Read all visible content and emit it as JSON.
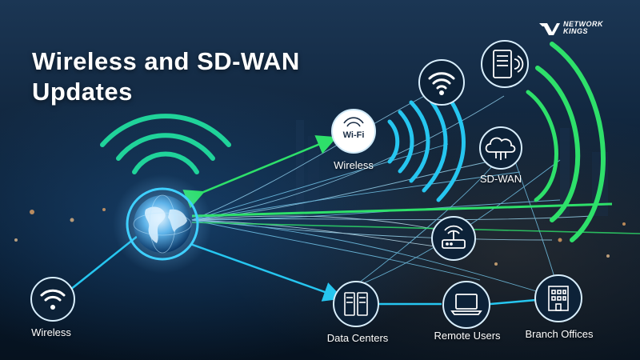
{
  "title": {
    "line1": "Wireless and SD-WAN",
    "line2": "Updates"
  },
  "brand": {
    "line1": "NETWORK",
    "line2": "KINGS"
  },
  "nodes": {
    "wifi_badge": {
      "label": "Wireless",
      "badge_text": "Wi-Fi",
      "icon": "wifi-badge-icon"
    },
    "sdwan": {
      "label": "SD-WAN",
      "icon": "cloud-network-icon"
    },
    "wireless_left": {
      "label": "Wireless",
      "icon": "wifi-icon"
    },
    "data_centers": {
      "label": "Data Centers",
      "icon": "server-rack-icon"
    },
    "remote_users": {
      "label": "Remote Users",
      "icon": "laptop-icon"
    },
    "branch_offices": {
      "label": "Branch Offices",
      "icon": "building-icon"
    },
    "router": {
      "icon": "router-icon"
    },
    "top_wifi": {
      "icon": "wifi-icon"
    },
    "top_server": {
      "icon": "server-icon"
    },
    "globe": {
      "icon": "globe-icon"
    }
  },
  "colors": {
    "accent_cyan": "#26c6f0",
    "accent_green": "#2ee06a",
    "accent_teal": "#20d39a",
    "text": "#ffffff"
  }
}
